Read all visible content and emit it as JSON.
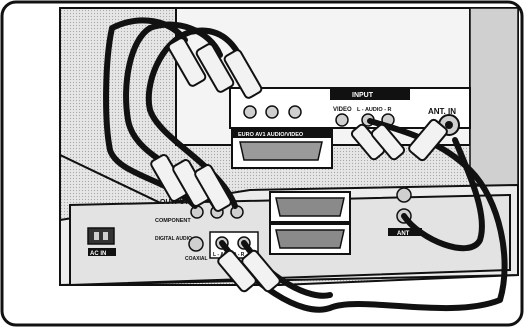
{
  "labels": {
    "tv_input": "INPUT",
    "tv_video": "VIDEO",
    "tv_audio": "L - AUDIO - R",
    "tv_scart": "EURO AV1 AUDIO/VIDEO",
    "ant_in": "ANT. IN",
    "rec_output": "OUTPUT",
    "rec_component": "COMPONENT",
    "rec_digital_audio": "DIGITAL AUDIO",
    "rec_coaxial": "COAXIAL",
    "rec_audio_lr": "L - AUDIO - R",
    "rec_ac_in": "AC IN",
    "rec_ant": "ANT"
  },
  "colors": {
    "outline": "#111111",
    "panel": "#e3e3e3",
    "panel_dark": "#9a9a9a",
    "jack": "#cfcfcf",
    "cable": "#111111",
    "plug_light": "#f2f2f2"
  }
}
